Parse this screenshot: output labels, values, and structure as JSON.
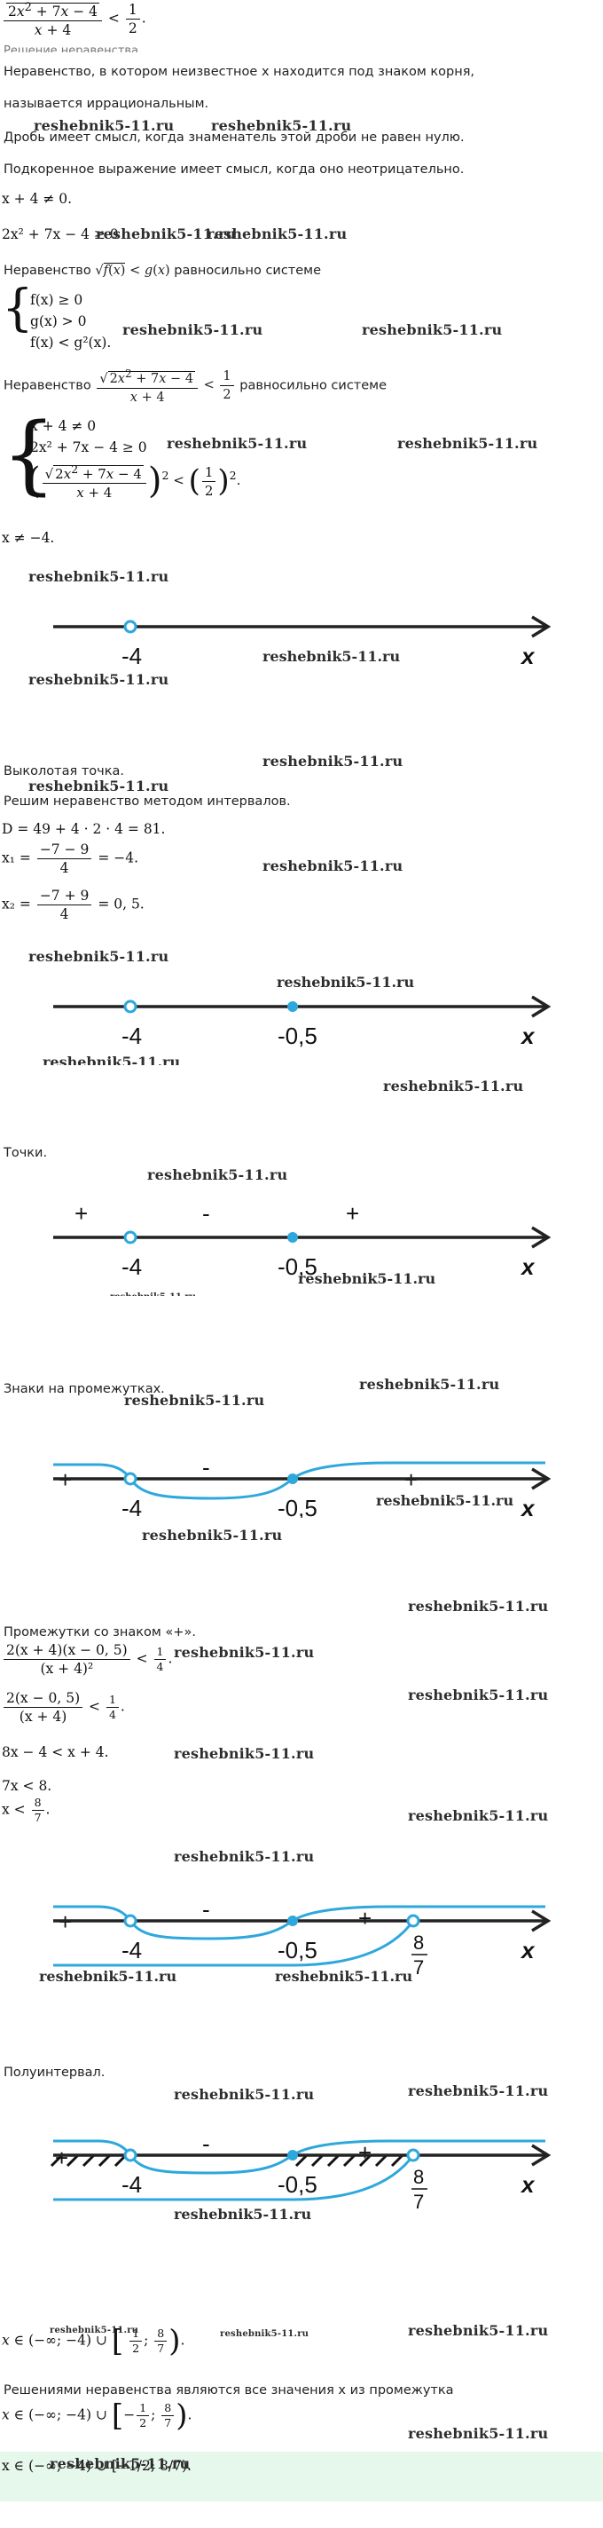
{
  "watermark": "reshebnik5-11.ru",
  "problem": {
    "rhs": "1/2"
  },
  "text": {
    "hidden_header": "Решение неравенства",
    "irrational_def": "Неравенство, в котором неизвестное x находится под знаком корня,",
    "irrational_def2": "называется иррациональным.",
    "fraction_rule": "Дробь имеет смысл, когда знаменатель этой дроби не равен нулю.",
    "radicand_rule": "Подкоренное выражение имеет смысл, когда оно неотрицательно.",
    "system_rule": "равносильно системе",
    "ineq_word": "Неравенство",
    "punctured_point": "Выколотая точка.",
    "interval_method": "Решим неравенство методом интервалов.",
    "points": "Точки.",
    "signs": "Знаки на промежутках.",
    "plus_intervals": "Промежутки со знаком «+».",
    "half_interval": "Полуинтервал.",
    "conclusion": "Решениями неравенства являются все значения x из промежутка"
  },
  "math": {
    "x_ne": "x + 4 ≠ 0.",
    "radicand": "2x² + 7x − 4 ≥ 0",
    "sys1_a": "f(x) ≥ 0",
    "sys1_b": "g(x) > 0",
    "sys1_c": "f(x) < g²(x).",
    "sys2_a": "x + 4 ≠ 0",
    "sys2_b": "2x² + 7x − 4 ≥ 0",
    "x_neq_minus4": "x ≠ −4.",
    "discriminant": "D = 49 + 4 · 2 · 4 = 81.",
    "x1": "x₁ =",
    "x1_num": "−7 − 9",
    "x1_den": "4",
    "x1_res": "= −4.",
    "x2": "x₂ =",
    "x2_num": "−7 + 9",
    "x2_den": "4",
    "x2_res": "= 0, 5.",
    "step1_num": "2(x + 4)(x − 0, 5)",
    "step1_den": "(x + 4)²",
    "step2_num": "2(x − 0, 5)",
    "step2_den": "(x + 4)",
    "quarter": "1/4",
    "step3": "8x − 4 < x + 4.",
    "step4": "7x < 8.",
    "step5": "x <",
    "answer": "x ∈ (−∞; −4) ∪ [−1/2; 8/7)"
  },
  "axis": {
    "x_label": "x",
    "p_minus4": "-4",
    "p_minus05": "-0,5",
    "plus": "+",
    "minus": "-",
    "frac_num": "8",
    "frac_den": "7"
  },
  "colors": {
    "curve": "#2ea8dc",
    "axis": "#222222",
    "hl": "#e6f7ec"
  }
}
